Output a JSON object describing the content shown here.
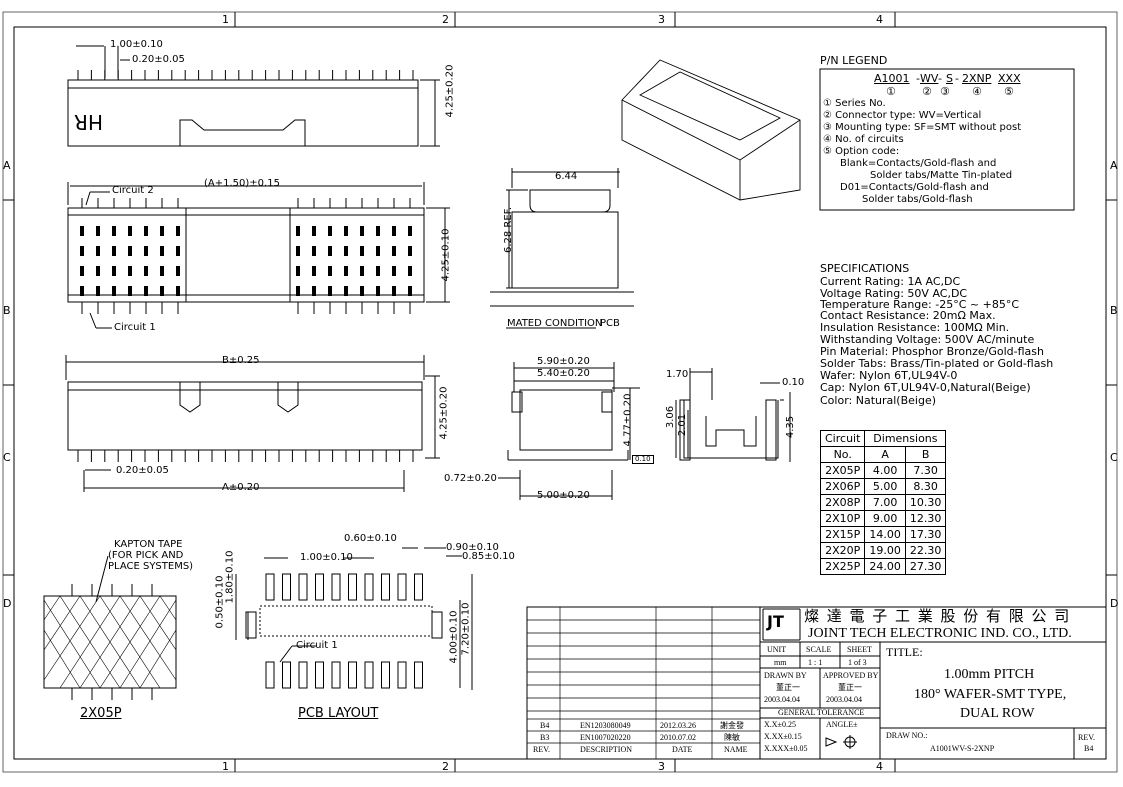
{
  "frame": {
    "cols": [
      "1",
      "2",
      "3",
      "4"
    ],
    "rows": [
      "A",
      "B",
      "C",
      "D"
    ]
  },
  "view_top": {
    "d1": "1.00±0.10",
    "d2": "0.20±0.05",
    "d3": "4.25±0.20",
    "logo": "HR"
  },
  "view_plan": {
    "circuit2": "Circuit 2",
    "circuit1": "Circuit 1",
    "dimA": "(A+1.50)±0.15",
    "dimH": "4.25±0.10"
  },
  "view_mated": {
    "w": "6.44",
    "h": "6.28 REF.",
    "caption": "MATED CONDITION",
    "pcb": "PCB"
  },
  "view_front": {
    "dimB": "B±0.25",
    "dimH": "4.25±0.20",
    "pitch": "0.20±0.05",
    "dimA": "A±0.20"
  },
  "view_side": {
    "w1": "5.90±0.20",
    "w2": "5.40±0.20",
    "h": "4.77±0.20",
    "flat": "0.10",
    "offs": "0.72±0.20",
    "base": "5.00±0.20"
  },
  "view_section": {
    "w": "1.70",
    "t": "0.10",
    "h1": "3.06",
    "h2": "2.01",
    "h3": "4.35"
  },
  "view_pkg": {
    "label": "KAPTON TAPE",
    "l2": "(FOR PICK AND",
    "l3": "PLACE SYSTEMS)",
    "caption": "2X05P"
  },
  "view_pcb": {
    "d1": "0.60±0.10",
    "d2": "0.90±0.10",
    "d3": "0.85±0.10",
    "pitch": "1.00±0.10",
    "v1": "1.80±0.10",
    "v2": "0.50±0.10",
    "v3": "4.00±0.10",
    "v4": "7.20±0.10",
    "circuit1": "Circuit 1",
    "caption": "PCB LAYOUT"
  },
  "legend": {
    "title": "P/N LEGEND",
    "pn": [
      "A1001",
      "WV",
      "S",
      "2XNP",
      "XXX"
    ],
    "nums": [
      "①",
      "②",
      "③",
      "④",
      "⑤"
    ],
    "lines": [
      "① Series No.",
      "② Connector type: WV=Vertical",
      "③ Mounting type: SF=SMT without post",
      "④ No. of circuits",
      "⑤ Option code:",
      "Blank=Contacts/Gold-flash and",
      "Solder tabs/Matte Tin-plated",
      "D01=Contacts/Gold-flash and",
      "Solder tabs/Gold-flash"
    ]
  },
  "specs": {
    "title": "SPECIFICATIONS",
    "lines": [
      "Current Rating: 1A AC,DC",
      "Voltage Rating: 50V AC,DC",
      "Temperature Range: -25°C ~ +85°C",
      "Contact Resistance: 20mΩ Max.",
      "Insulation Resistance: 100MΩ Min.",
      "Withstanding Voltage: 500V AC/minute",
      "Pin Material: Phosphor Bronze/Gold-flash",
      "Solder Tabs: Brass/Tin-plated or Gold-flash",
      "Wafer: Nylon 6T,UL94V-0",
      "Cap: Nylon 6T,UL94V-0,Natural(Beige)",
      "Color: Natural(Beige)"
    ]
  },
  "dim_table": {
    "h1": "Circuit",
    "h2": "Dimensions",
    "h3": "No.",
    "h4": "A",
    "h5": "B",
    "rows": [
      [
        "2X05P",
        "4.00",
        "7.30"
      ],
      [
        "2X06P",
        "5.00",
        "8.30"
      ],
      [
        "2X08P",
        "7.00",
        "10.30"
      ],
      [
        "2X10P",
        "9.00",
        "12.30"
      ],
      [
        "2X15P",
        "14.00",
        "17.30"
      ],
      [
        "2X20P",
        "19.00",
        "22.30"
      ],
      [
        "2X25P",
        "24.00",
        "27.30"
      ]
    ]
  },
  "title_block": {
    "company_cn": "燦 達 電 子 工 業 股 份 有 限 公 司",
    "company_en": "JOINT TECH ELECTRONIC IND. CO., LTD.",
    "unit_h": "UNIT",
    "scale_h": "SCALE",
    "sheet_h": "SHEET",
    "unit": "mm",
    "scale": "1 : 1",
    "sheet": "1 of 3",
    "drawn_h": "DRAWN BY",
    "approved_h": "APPROVED BY",
    "drawn_name": "董正一",
    "approved_name": "董正一",
    "drawn_date": "2003.04.04",
    "approved_date": "2003.04.04",
    "tol_h": "GENERAL TOLERANCE",
    "angle": "ANGLE±",
    "tol1": "X.X±0.25",
    "tol2": "X.XX±0.15",
    "tol3": "X.XXX±0.05",
    "title_h": "TITLE:",
    "t1": "1.00mm PITCH",
    "t2": "180° WAFER-SMT TYPE,",
    "t3": "DUAL ROW",
    "drawno_h": "DRAW NO.:",
    "drawno": "A1001WV-S-2XNP",
    "rev_h": "REV.",
    "rev": "B4"
  },
  "revisions": {
    "rows": [
      [
        "B4",
        "EN1203080049",
        "2012.03.26",
        "謝金發"
      ],
      [
        "B3",
        "EN1007020220",
        "2010.07.02",
        "陳敏"
      ]
    ],
    "head": [
      "REV.",
      "DESCRIPTION",
      "DATE",
      "NAME"
    ]
  }
}
